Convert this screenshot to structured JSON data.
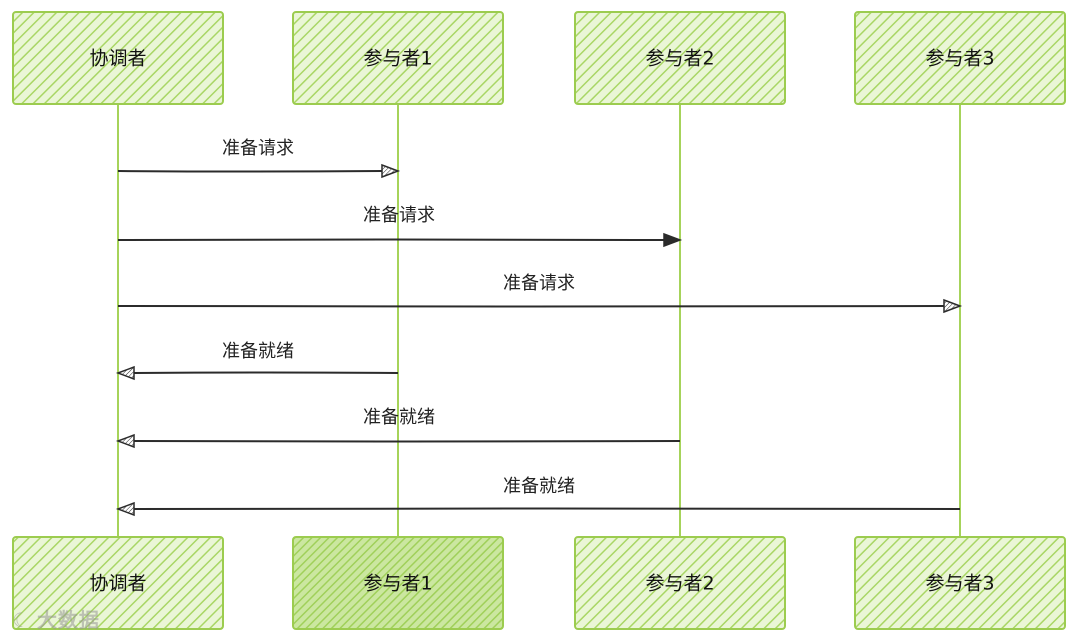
{
  "participants": [
    {
      "id": "coordinator",
      "label": "协调者"
    },
    {
      "id": "p1",
      "label": "参与者1"
    },
    {
      "id": "p2",
      "label": "参与者2"
    },
    {
      "id": "p3",
      "label": "参与者3"
    }
  ],
  "messages": [
    {
      "from": "coordinator",
      "to": "p1",
      "label": "准备请求",
      "head": "hatched"
    },
    {
      "from": "coordinator",
      "to": "p2",
      "label": "准备请求",
      "head": "solid"
    },
    {
      "from": "coordinator",
      "to": "p3",
      "label": "准备请求",
      "head": "hatched"
    },
    {
      "from": "p1",
      "to": "coordinator",
      "label": "准备就绪",
      "head": "hatched"
    },
    {
      "from": "p2",
      "to": "coordinator",
      "label": "准备就绪",
      "head": "hatched"
    },
    {
      "from": "p3",
      "to": "coordinator",
      "label": "准备就绪",
      "head": "hatched"
    }
  ],
  "colors": {
    "box_fill": "#d3ecae",
    "box_fill_solid": "#b8dd80",
    "box_stroke": "#9ccc4f",
    "hatch": "#a9d665",
    "lifeline": "#a6d35a",
    "arrow": "#2b2b2b"
  },
  "highlighted_bottom_box": "p1",
  "watermark": {
    "logo": "☾",
    "text": "大数据"
  }
}
